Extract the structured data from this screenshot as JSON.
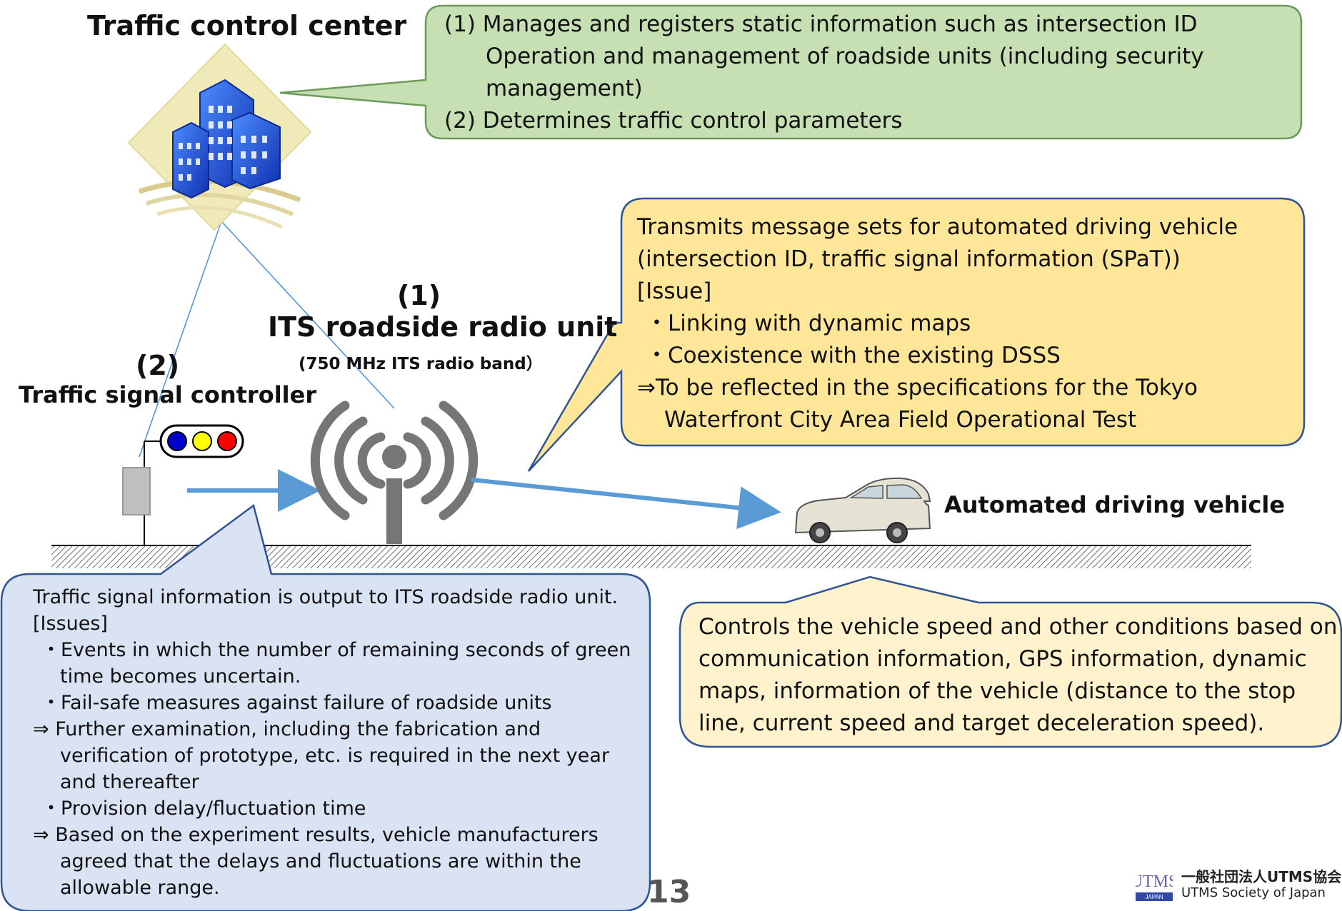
{
  "titles": {
    "control_center": "Traffic control center",
    "its_number": "(1)",
    "its_unit": "ITS roadside radio unit",
    "its_band": "(750 MHz ITS radio band）",
    "controller_number": "(2)",
    "controller": "Traffic signal controller",
    "vehicle": "Automated driving vehicle"
  },
  "callouts": {
    "control_center": {
      "lines": [
        "(1) Manages and registers static information such as intersection ID",
        "Operation and management of roadside units (including security",
        "management)",
        "(2) Determines traffic control parameters"
      ]
    },
    "roadside_unit": {
      "lines": [
        "Transmits message sets for automated driving vehicle",
        "(intersection ID, traffic signal information (SPaT))",
        "[Issue]",
        "・Linking with dynamic maps",
        "・Coexistence with the existing DSSS",
        "⇒To be reflected in the specifications for the Tokyo",
        "Waterfront City Area Field Operational Test"
      ]
    },
    "signal_controller": {
      "lines": [
        "Traffic signal information is output to ITS roadside radio unit.",
        "[Issues]",
        "・Events in which the number of remaining seconds of green",
        "time becomes uncertain.",
        "・Fail-safe measures against failure of roadside units",
        "⇒ Further examination, including the fabrication and",
        "verification of prototype, etc. is required in the next year",
        "and thereafter",
        "・Provision delay/fluctuation time",
        "⇒ Based on the experiment results, vehicle manufacturers",
        "agreed that the delays and fluctuations are within the",
        "allowable range."
      ]
    },
    "vehicle": {
      "lines": [
        "Controls the vehicle speed and other conditions based on",
        "communication information, GPS information, dynamic",
        "maps, information of the vehicle (distance to the stop",
        "line, current speed and target deceleration speed)."
      ]
    }
  },
  "footer": {
    "page_number": "13",
    "logo_mark": "UTMS",
    "logo_mark_sub": "JAPAN",
    "logo_line1": "一般社団法人UTMS協会",
    "logo_line2": "UTMS Society of Japan"
  },
  "colors": {
    "green_fill": "#c6e0b4",
    "green_stroke": "#6a9a55",
    "yellow_fill": "#ffe699",
    "yellow_stroke": "#2f5496",
    "blue_fill": "#dae3f3",
    "blue_stroke": "#2f5496",
    "cream_fill": "#fff2cc",
    "cream_stroke": "#2f5496",
    "arrow": "#5b9bd5",
    "signal_blue": "#0000cc",
    "signal_yellow": "#ffff00",
    "signal_red": "#ff0000"
  }
}
